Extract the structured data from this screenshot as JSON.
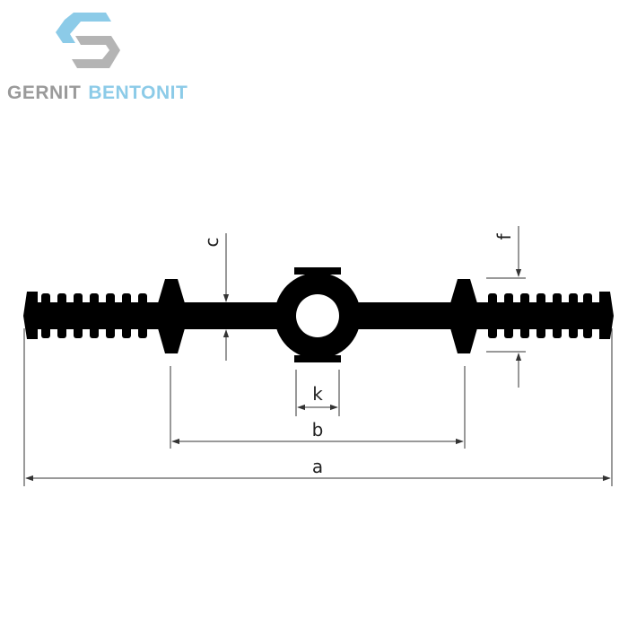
{
  "brand": {
    "word1": "GERNIT",
    "word2": "BENTONIT",
    "colors": {
      "gray": "#9a9a9a",
      "blue": "#8ccbe8",
      "ink": "#000000",
      "line": "#333333"
    }
  },
  "dimensions": {
    "a": "a",
    "b": "b",
    "c": "c",
    "f": "f",
    "k": "k"
  }
}
